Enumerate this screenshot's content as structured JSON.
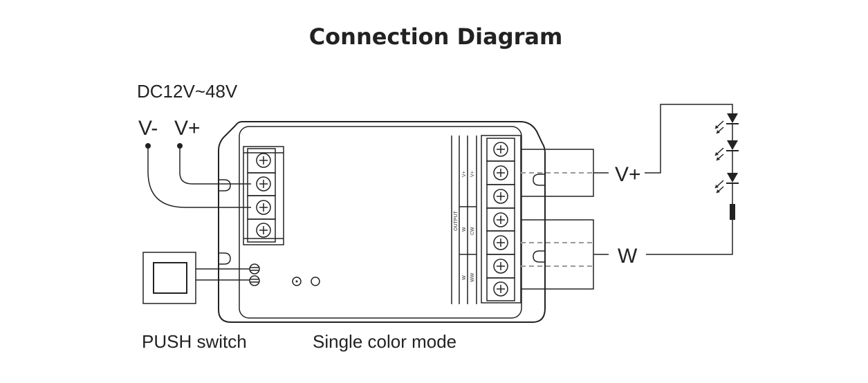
{
  "title": "Connection Diagram",
  "power": {
    "range": "DC12V~48V",
    "neg_label": "V-",
    "pos_label": "V+"
  },
  "labels": {
    "push_switch": "PUSH switch",
    "mode": "Single color mode",
    "out_vplus": "V+",
    "out_w": "W"
  },
  "output_panel": {
    "header": "OUTPUT",
    "col1": [
      "V+",
      "W",
      "W"
    ],
    "col2": [
      "V+",
      "CW",
      "WW"
    ]
  },
  "colors": {
    "line": "#222222",
    "dashed": "#999999"
  }
}
